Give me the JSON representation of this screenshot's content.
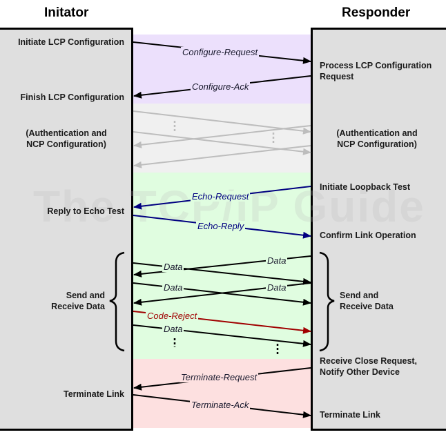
{
  "headers": {
    "initiator": "Initator",
    "responder": "Responder"
  },
  "watermark": "The TCP/IP Guide",
  "colors": {
    "lcp_band": "#ece0fc",
    "auth_band": "#f0f0f0",
    "data_band": "#e0fde0",
    "terminate_band": "#fde0e0",
    "panel": "#dfdfdf",
    "black_arrow": "#000000",
    "gray_arrow": "#bdbdbd",
    "echo_arrow": "#000080",
    "reject_arrow": "#a00000"
  },
  "initiator_steps": {
    "initiate_lcp": "Initiate LCP Configuration",
    "finish_lcp": "Finish LCP Configuration",
    "auth_ncp_1": "(Authentication and",
    "auth_ncp_2": "NCP Configuration)",
    "reply_echo": "Reply to Echo Test",
    "send_recv_1": "Send and",
    "send_recv_2": "Receive Data",
    "terminate": "Terminate Link"
  },
  "responder_steps": {
    "process_lcp_1": "Process LCP Configuration",
    "process_lcp_2": "Request",
    "auth_ncp_1": "(Authentication and",
    "auth_ncp_2": "NCP Configuration)",
    "initiate_loopback": "Initiate Loopback Test",
    "confirm_link": "Confirm Link Operation",
    "send_recv_1": "Send and",
    "send_recv_2": "Receive Data",
    "receive_close_1": "Receive Close Request,",
    "receive_close_2": "Notify Other Device",
    "terminate": "Terminate Link"
  },
  "messages": {
    "configure_request": "Configure-Request",
    "configure_ack": "Configure-Ack",
    "echo_request": "Echo-Request",
    "echo_reply": "Echo-Reply",
    "data_1": "Data",
    "data_2": "Data",
    "data_3": "Data",
    "data_4": "Data",
    "code_reject": "Code-Reject",
    "data_5": "Data",
    "terminate_request": "Terminate-Request",
    "terminate_ack": "Terminate-Ack"
  },
  "ellipsis": "⋮"
}
